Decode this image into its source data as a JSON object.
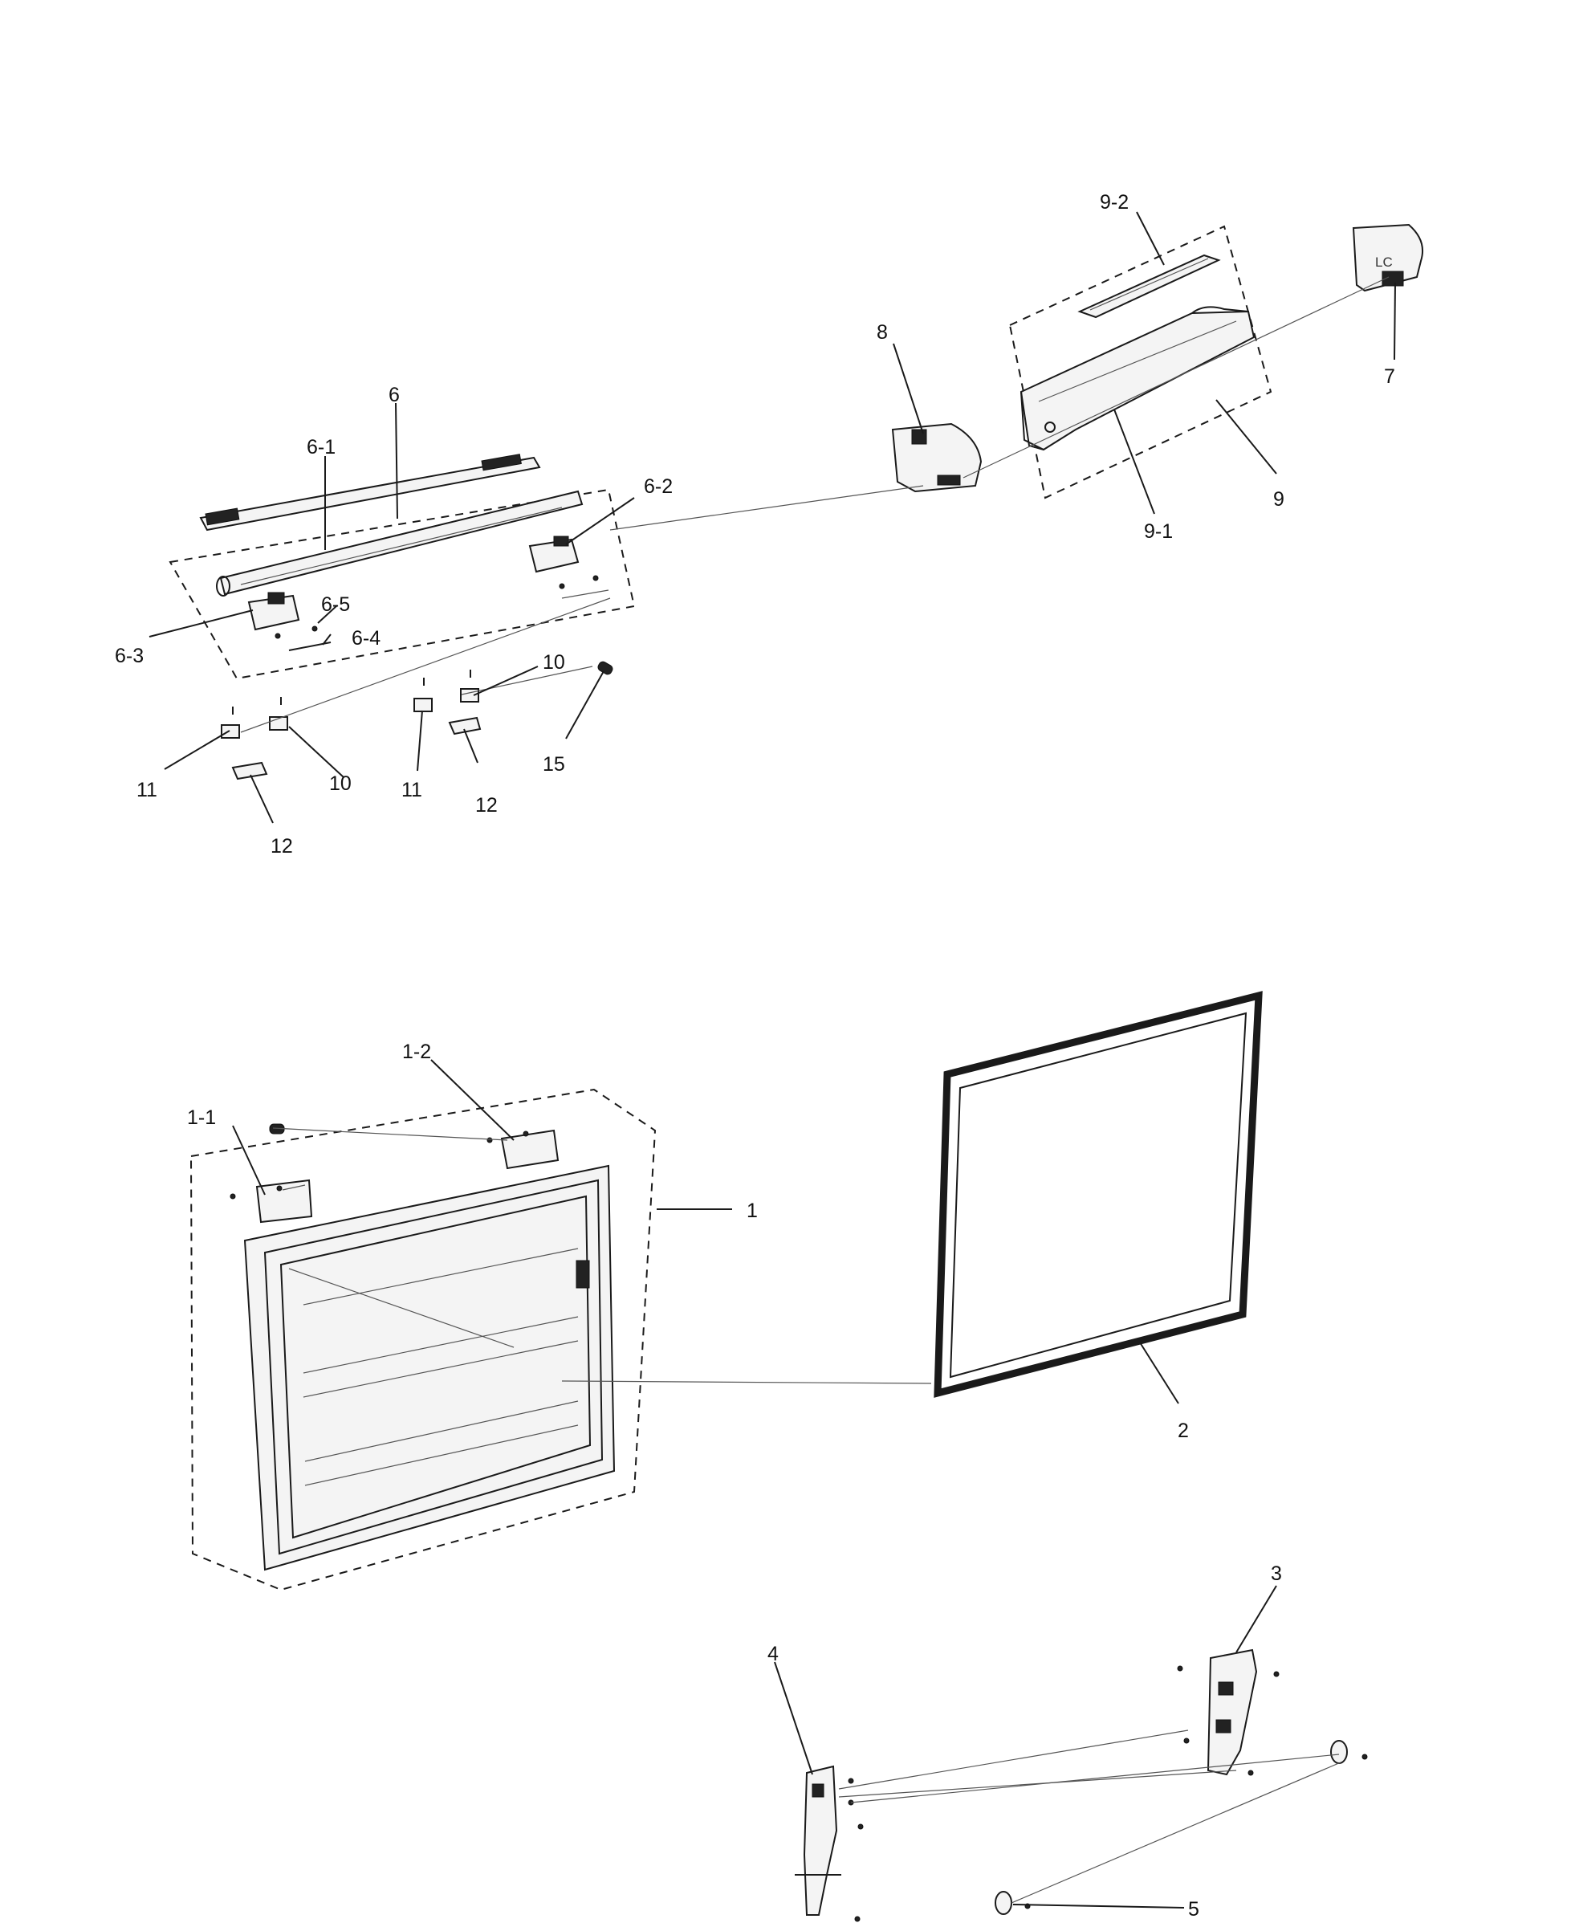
{
  "labels": {
    "p1": "1",
    "p1_1": "1-1",
    "p1_2": "1-2",
    "p2": "2",
    "p3": "3",
    "p4": "4",
    "p5": "5",
    "p6": "6",
    "p6_1": "6-1",
    "p6_2": "6-2",
    "p6_3": "6-3",
    "p6_4": "6-4",
    "p6_5": "6-5",
    "p7": "7",
    "p8": "8",
    "p9": "9",
    "p9_1": "9-1",
    "p9_2": "9-2",
    "p10a": "10",
    "p10b": "10",
    "p11a": "11",
    "p11b": "11",
    "p12a": "12",
    "p12b": "12",
    "p15": "15"
  },
  "cover_text": "LC"
}
